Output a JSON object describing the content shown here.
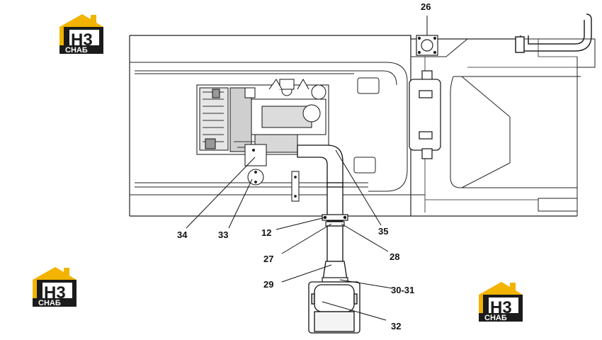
{
  "logo": {
    "mark": "H3",
    "word": "СНАБ",
    "colors": {
      "accent": "#f2b400",
      "dark": "#1b1b1b",
      "text": "#ffffff"
    },
    "icon": "house-roof-icon"
  },
  "callouts": [
    {
      "id": "26",
      "label": "26"
    },
    {
      "id": "34",
      "label": "34"
    },
    {
      "id": "33",
      "label": "33"
    },
    {
      "id": "12",
      "label": "12"
    },
    {
      "id": "35",
      "label": "35"
    },
    {
      "id": "27",
      "label": "27"
    },
    {
      "id": "28",
      "label": "28"
    },
    {
      "id": "29",
      "label": "29"
    },
    {
      "id": "30-31",
      "label": "30-31"
    },
    {
      "id": "32",
      "label": "32"
    }
  ]
}
